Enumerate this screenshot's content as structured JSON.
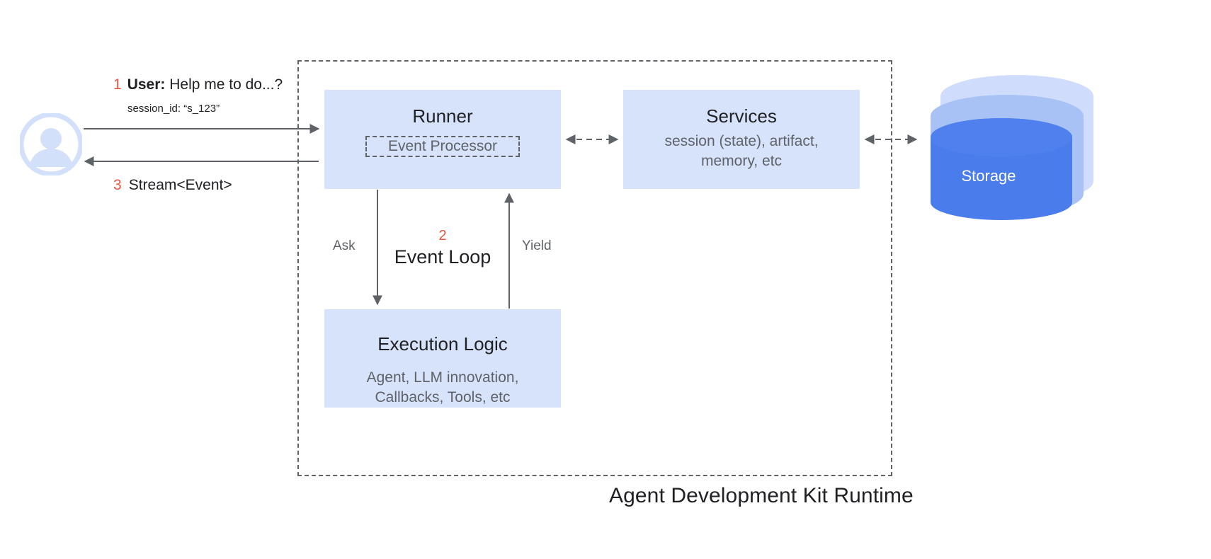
{
  "diagram": {
    "title": "Agent Development Kit Runtime",
    "accent_red": "#e8543f",
    "box_fill": "#d7e2fb",
    "storage_blue": "#4a7ceb",
    "line_color": "#5f6368"
  },
  "user": {
    "avatar_icon": "user-avatar-icon",
    "message": {
      "step": "1",
      "who": "User:",
      "text": "Help me to do...?",
      "session": "session_id: “s_123”"
    },
    "response": {
      "step": "3",
      "text": "Stream<Event>"
    }
  },
  "runner": {
    "title": "Runner",
    "event_processor": "Event Processor"
  },
  "services": {
    "title": "Services",
    "subtitle": "session (state), artifact,\nmemory, etc"
  },
  "execution": {
    "title": "Execution Logic",
    "subtitle": "Agent, LLM innovation,\nCallbacks, Tools, etc"
  },
  "event_loop": {
    "step": "2",
    "title": "Event Loop",
    "ask_label": "Ask",
    "yield_label": "Yield"
  },
  "storage": {
    "label": "Storage",
    "icon": "database-cylinder-icon"
  }
}
